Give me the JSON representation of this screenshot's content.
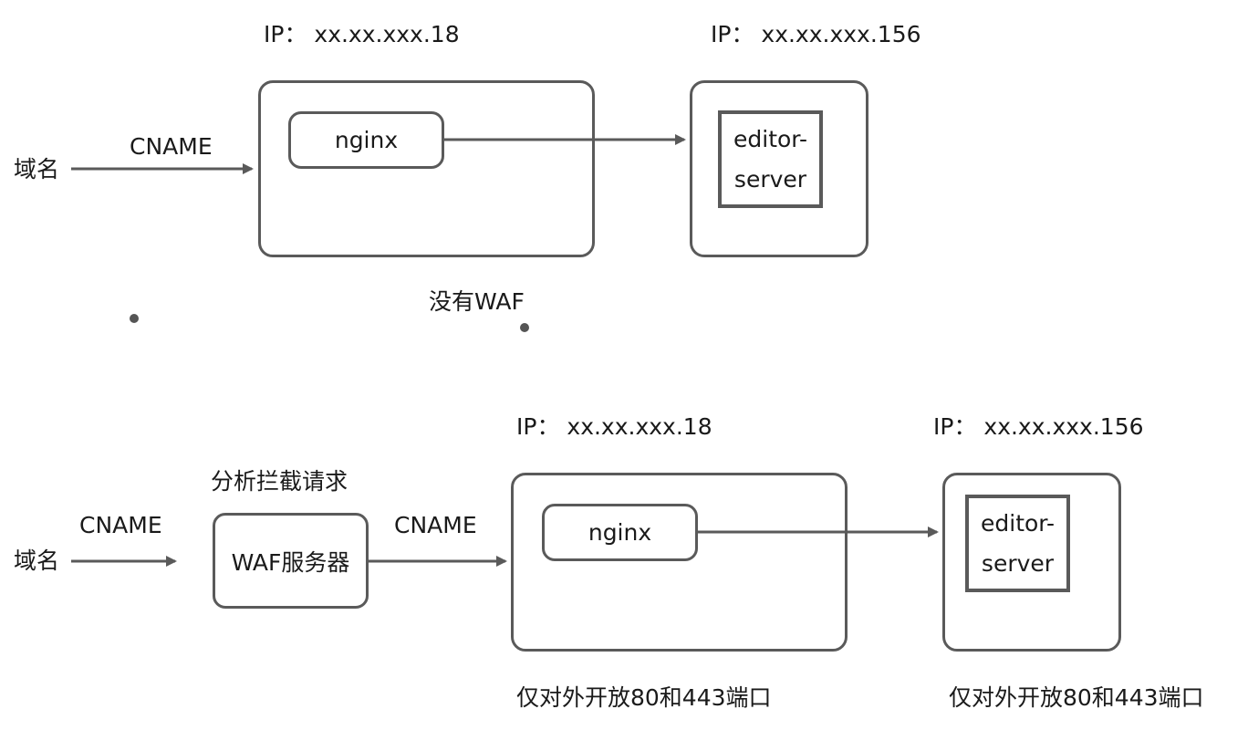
{
  "top": {
    "ip_left": "IP：  xx.xx.xxx.18",
    "ip_right": "IP：  xx.xx.xxx.156",
    "domain": "域名",
    "cname": "CNAME",
    "nginx": "nginx",
    "editor_server": "editor-\nserver",
    "caption": "没有WAF"
  },
  "bottom": {
    "ip_left": "IP：  xx.xx.xxx.18",
    "ip_right": "IP：  xx.xx.xxx.156",
    "domain": "域名",
    "cname_1": "CNAME",
    "waf_label": "分析拦截请求",
    "waf_server": "WAF服务器",
    "cname_2": "CNAME",
    "nginx": "nginx",
    "editor_server": "editor-\nserver",
    "note_left": "仅对外开放80和443端口",
    "note_right": "仅对外开放80和443端口"
  },
  "colors": {
    "stroke": "#5a5a5a",
    "text": "#1a1a1a"
  }
}
